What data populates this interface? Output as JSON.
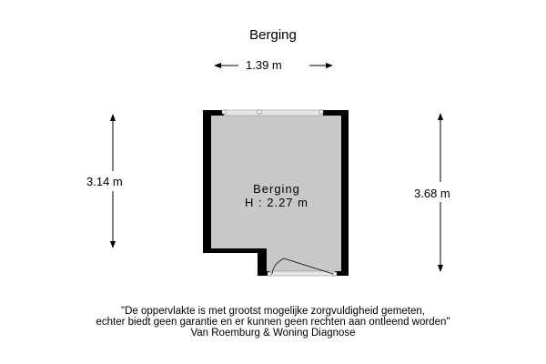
{
  "title": "Berging",
  "dimensions": {
    "width": "1.39 m",
    "left_height": "3.14 m",
    "right_height": "3.68 m"
  },
  "room": {
    "name": "Berging",
    "height": "H : 2.27 m"
  },
  "disclaimer": {
    "line1": "\"De oppervlakte is met grootst mogelijke zorgvuldigheid gemeten,",
    "line2": "echter biedt geen garantie en er kunnen geen rechten aan ontleend worden\"",
    "line3": "Van Roemburg & Woning Diagnose"
  },
  "colors": {
    "wall": "#000000",
    "floor": "#c8c8c8"
  }
}
